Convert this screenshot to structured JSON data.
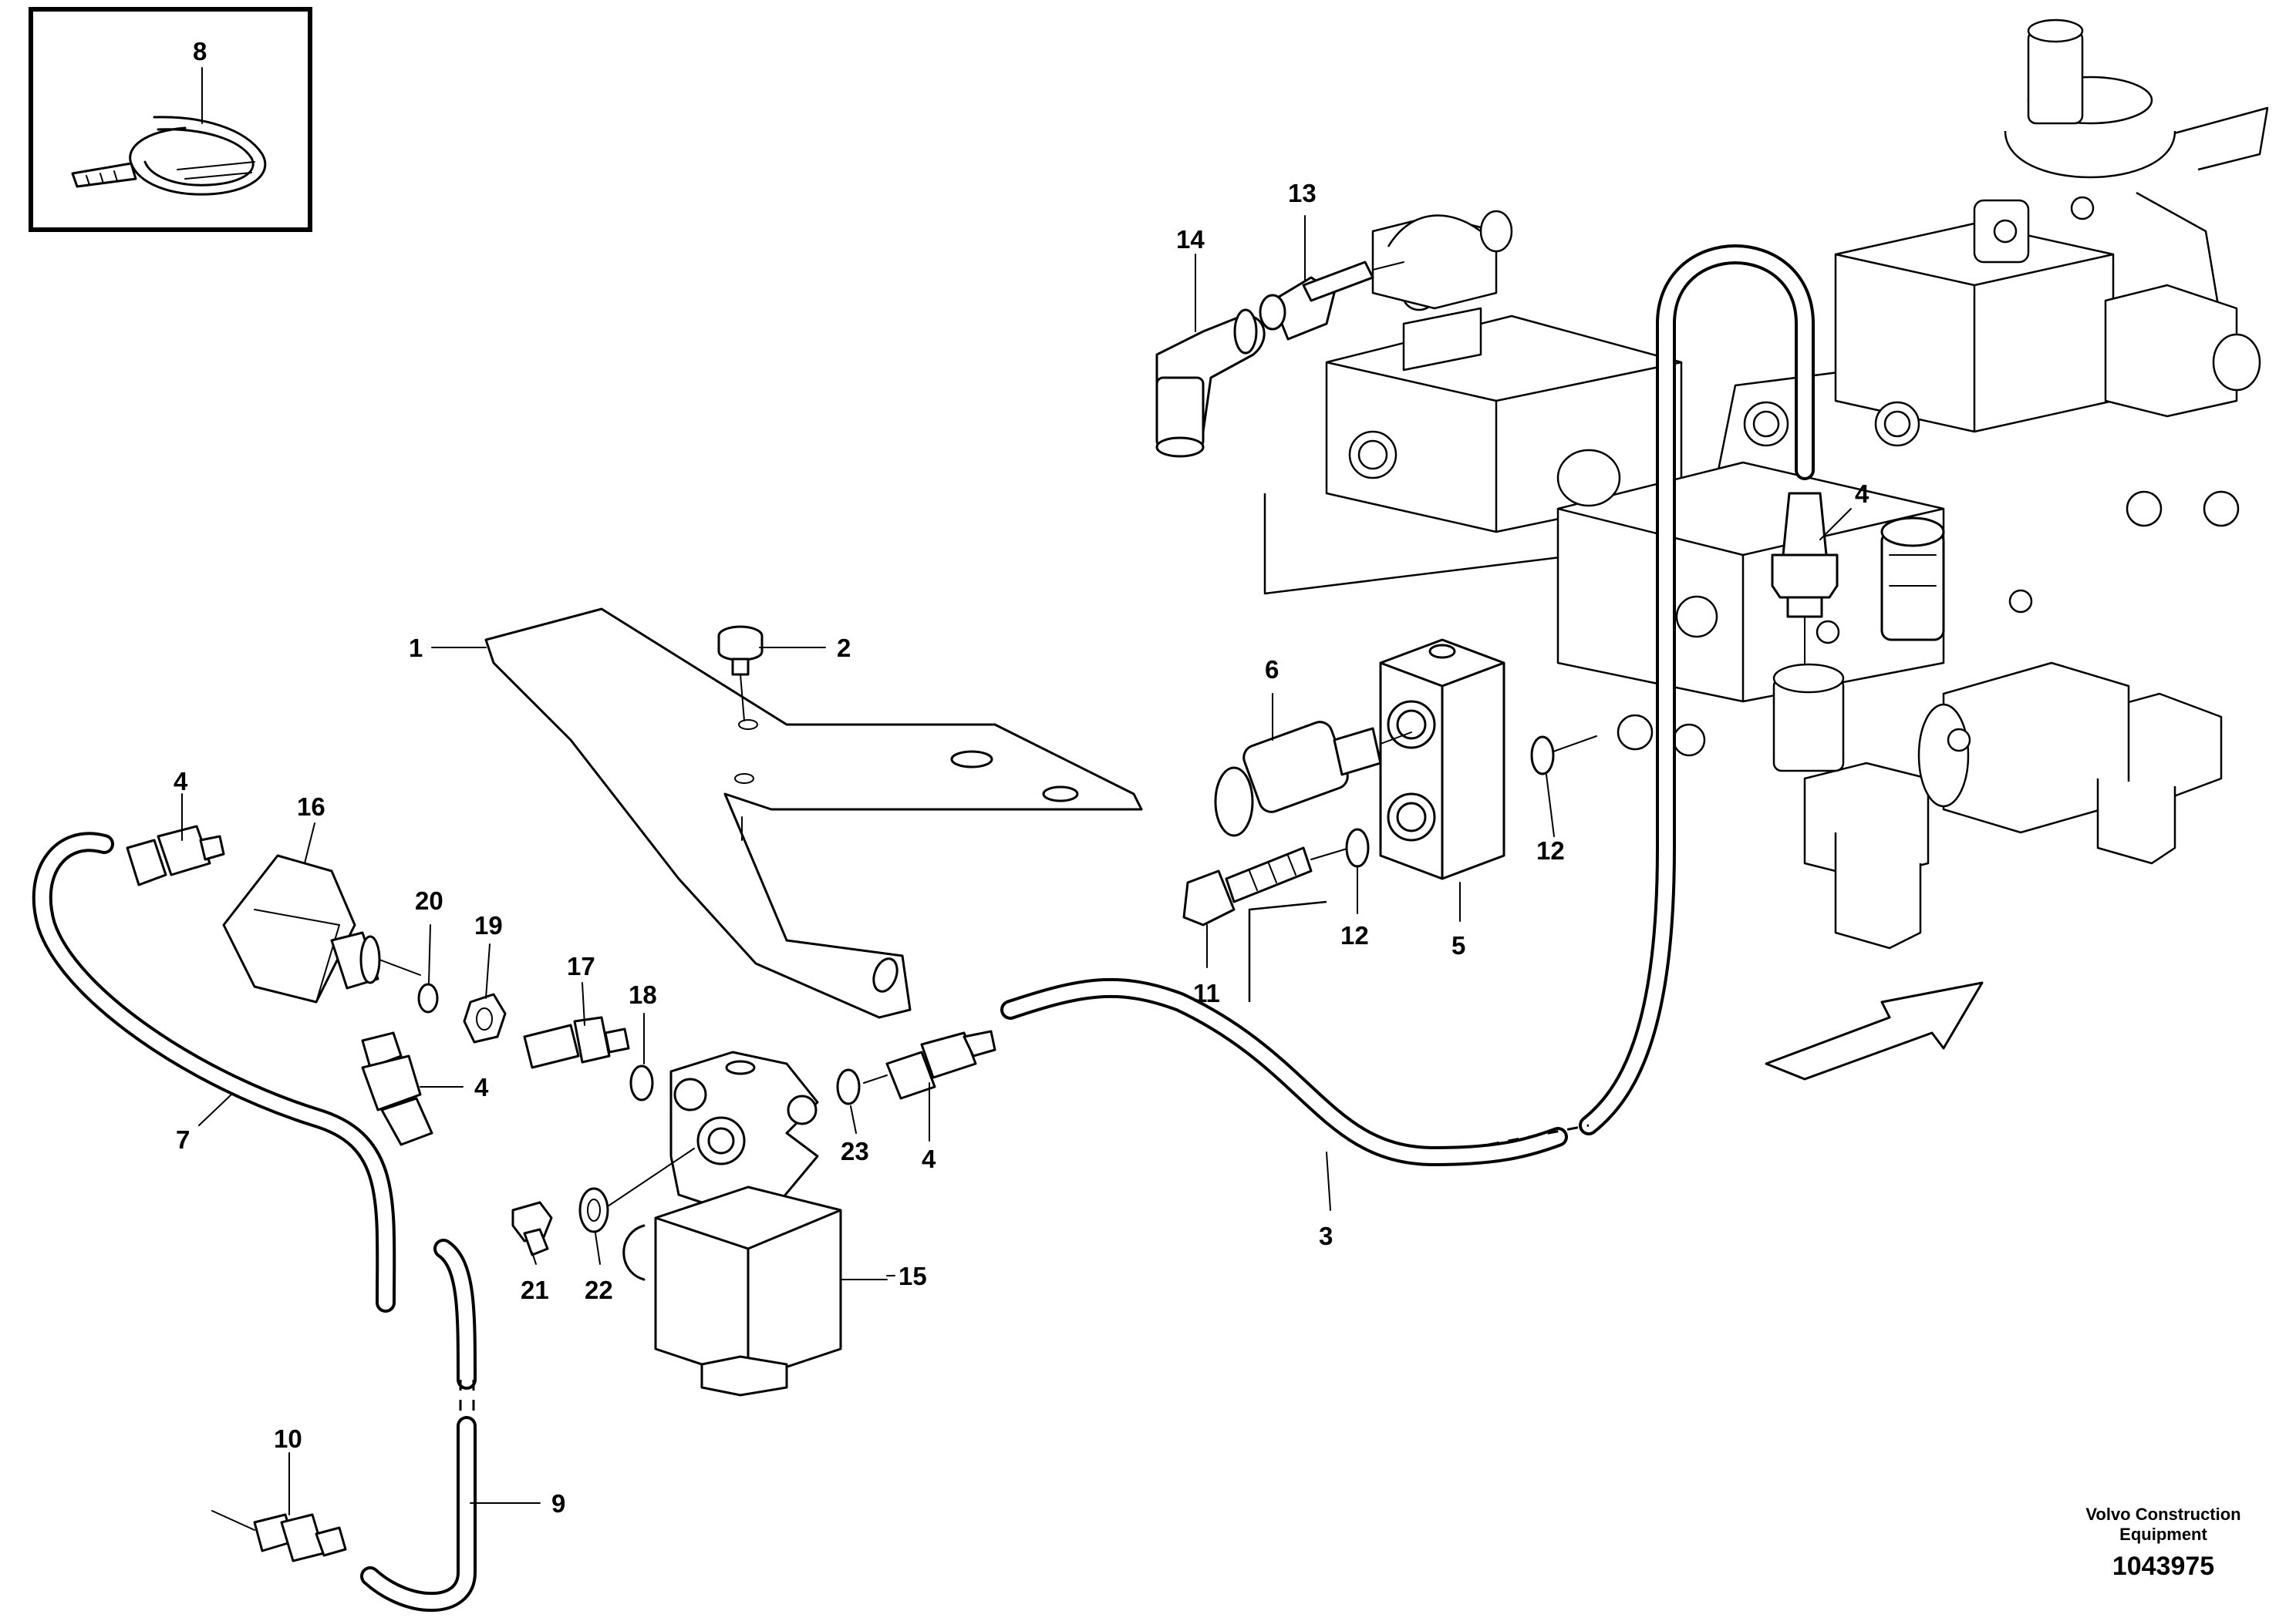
{
  "callouts": {
    "c1": "1",
    "c2": "2",
    "c3": "3",
    "c4a": "4",
    "c4b": "4",
    "c4c": "4",
    "c4d": "4",
    "c5": "5",
    "c6": "6",
    "c7": "7",
    "c8": "8",
    "c9": "9",
    "c10": "10",
    "c11": "11",
    "c12a": "12",
    "c12b": "12",
    "c13": "13",
    "c14": "14",
    "c15": "15",
    "c16": "16",
    "c17": "17",
    "c18": "18",
    "c19": "19",
    "c20": "20",
    "c21": "21",
    "c22": "22",
    "c23": "23"
  },
  "footer": {
    "company_line1": "Volvo Construction",
    "company_line2": "Equipment",
    "drawing_number": "1043975"
  },
  "icons": {
    "cable_tie": "cable-tie-icon",
    "direction_arrow": "direction-arrow-icon"
  }
}
